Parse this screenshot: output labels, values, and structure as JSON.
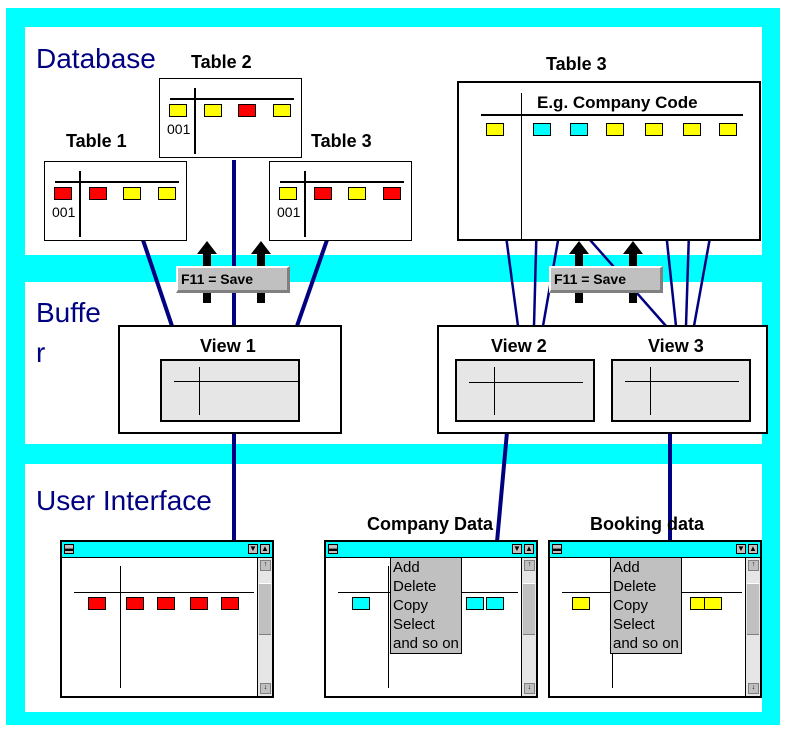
{
  "colors": {
    "frame": "#00ffff",
    "layer_label": "#000080",
    "connector": "#000080",
    "red": "#ff0000",
    "yellow": "#ffff00",
    "cyan": "#00ffff",
    "gray": "#c0c0c0"
  },
  "layers": {
    "database": "Database",
    "buffer_line1": "Buffe",
    "buffer_line2": "r",
    "user_interface": "User Interface"
  },
  "db_tables": [
    {
      "label": "Table 1",
      "row_id": "001",
      "cells": [
        "red",
        "red",
        "yellow",
        "yellow"
      ]
    },
    {
      "label": "Table 2",
      "row_id": "001",
      "cells": [
        "yellow",
        "yellow",
        "red",
        "yellow"
      ]
    },
    {
      "label": "Table 3",
      "row_id": "001",
      "cells": [
        "yellow",
        "red",
        "yellow",
        "red"
      ]
    }
  ],
  "big_table": {
    "label": "Table 3",
    "header": "E.g. Company Code",
    "cells": [
      "yellow",
      "cyan",
      "cyan",
      "yellow",
      "yellow",
      "yellow",
      "yellow"
    ]
  },
  "save_buttons": [
    {
      "label": "F11 = Save"
    },
    {
      "label": "F11 = Save"
    }
  ],
  "views": [
    {
      "label": "View  1"
    },
    {
      "label": "View  2"
    },
    {
      "label": "View  3"
    }
  ],
  "ui_windows": [
    {
      "title": "",
      "cells": [
        "red",
        "red",
        "red",
        "red",
        "red"
      ],
      "menu": []
    },
    {
      "title": "Company Data",
      "cells": [
        "cyan",
        "cyan",
        "cyan"
      ],
      "menu": [
        "Add",
        "Delete",
        "Copy",
        "Select",
        "and so on"
      ]
    },
    {
      "title": "Booking data",
      "cells": [
        "yellow",
        "yellow",
        "yellow"
      ],
      "menu": [
        "Add",
        "Delete",
        "Copy",
        "Select",
        "and so on"
      ]
    }
  ],
  "icons": {
    "minimize": "▬",
    "scroll_down": "▼",
    "scroll_up": "▲",
    "arrow_up": "↑",
    "arrow_down": "↓"
  }
}
